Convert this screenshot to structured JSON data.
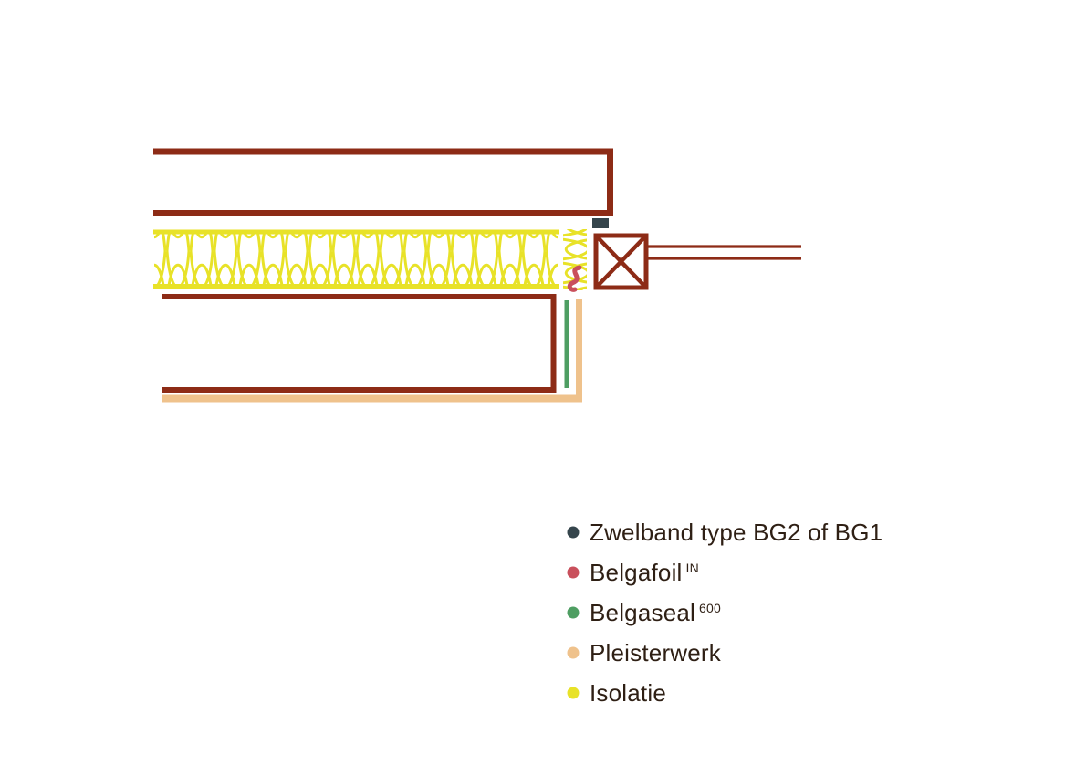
{
  "colors": {
    "background": "#ffffff",
    "wall": "#8d2b16",
    "insulation": "#e8e228",
    "pleisterwerk": "#efc28c",
    "belgaseal": "#4e9e62",
    "belgafoil": "#c9505c",
    "zwelband": "#35454c",
    "legend_text": "#2e1f14"
  },
  "legend": {
    "items": [
      {
        "label": "Zwelband type BG2 of BG1",
        "sup": "",
        "color": "#35454c"
      },
      {
        "label": "Belgafoil",
        "sup": "IN",
        "color": "#c9505c"
      },
      {
        "label": "Belgaseal",
        "sup": "600",
        "color": "#4e9e62"
      },
      {
        "label": "Pleisterwerk",
        "sup": "",
        "color": "#efc28c"
      },
      {
        "label": "Isolatie",
        "sup": "",
        "color": "#e8e228"
      }
    ]
  }
}
